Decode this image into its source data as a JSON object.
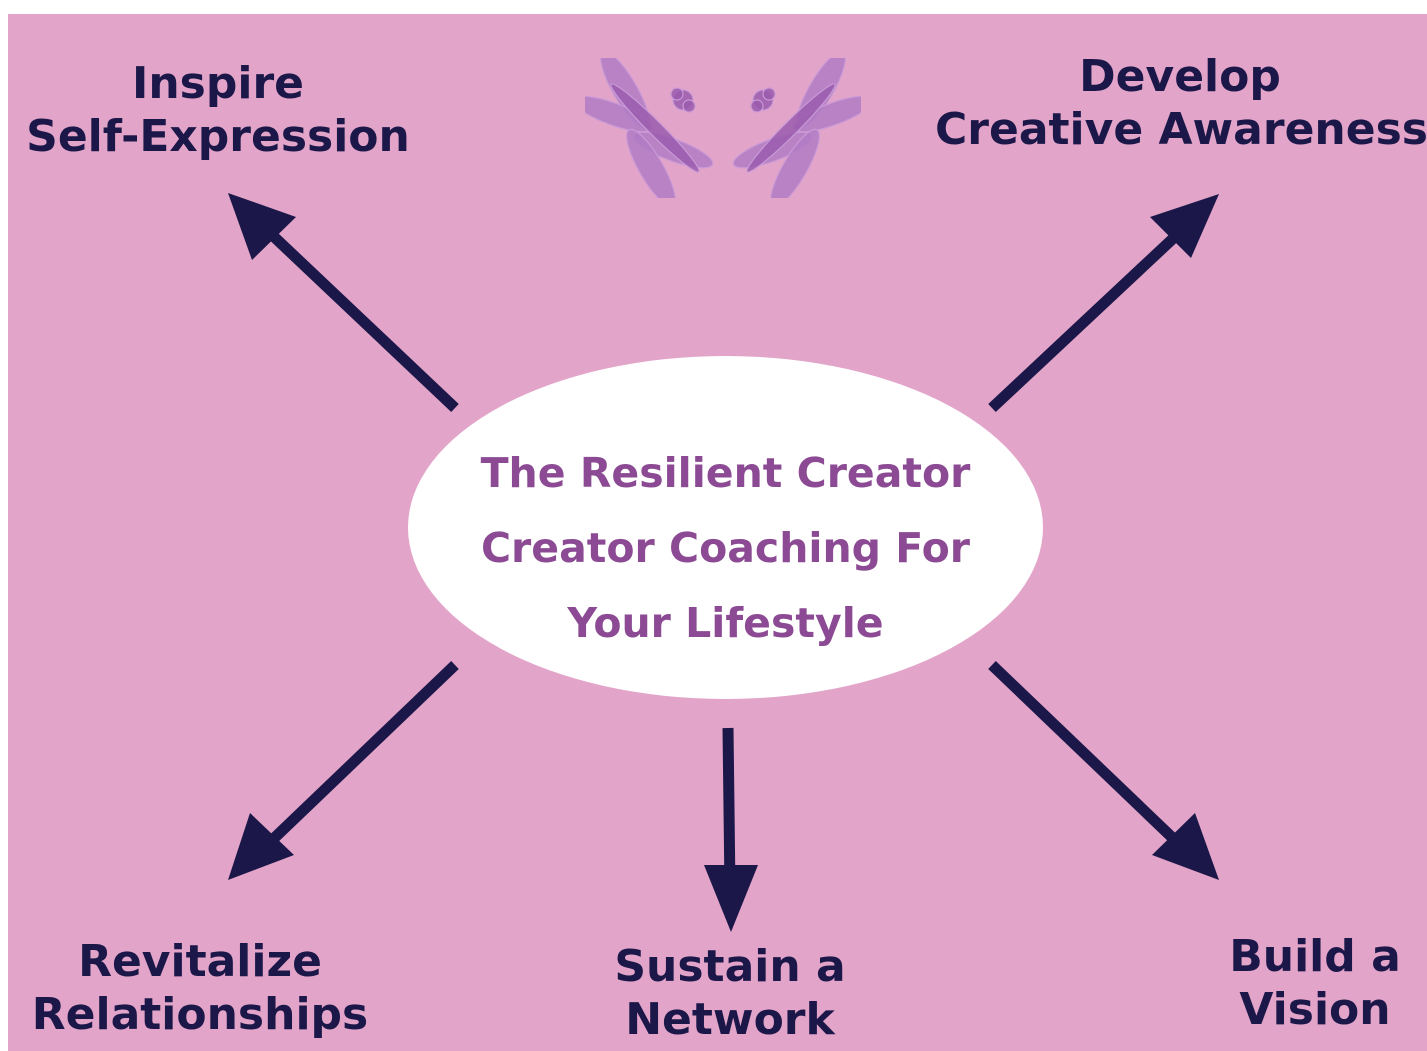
{
  "center": {
    "line1": "The Resilient Creator",
    "line2": "Creator Coaching For",
    "line3": "Your Lifestyle"
  },
  "branches": {
    "top_left": {
      "line1": "Inspire",
      "line2": "Self-Expression"
    },
    "top_right": {
      "line1": "Develop",
      "line2": "Creative Awareness"
    },
    "bottom_left": {
      "line1": "Revitalize",
      "line2": "Relationships"
    },
    "bottom_center": {
      "line1": "Sustain a",
      "line2": "Network"
    },
    "bottom_right": {
      "line1": "Build a",
      "line2": "Vision"
    }
  },
  "decoration": {
    "icon": "dragonfly-icon",
    "count": 2
  },
  "colors": {
    "background": "#e3a4c9",
    "arrow": "#1b1748",
    "label_text": "#1b1748",
    "center_fill": "#ffffff",
    "center_text": "#8b4a93",
    "dragonfly": "#b27cc4"
  }
}
